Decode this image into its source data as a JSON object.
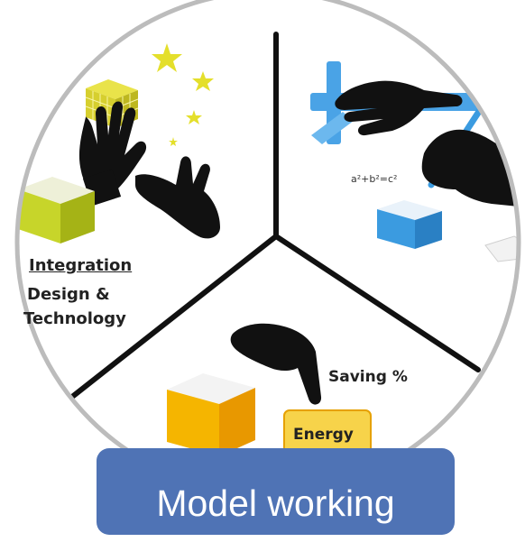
{
  "banner": {
    "label": "Model working"
  },
  "segments": {
    "integration": {
      "title": "Integration",
      "line2": "Design &",
      "line3": "Technology"
    },
    "energy": {
      "saving_label": "Saving %",
      "card_label": "Energy"
    },
    "design": {
      "formula": "a²+b²=c²"
    }
  },
  "colors": {
    "banner": "#4f73b5",
    "circle_border": "#bcbcbc",
    "divider": "#111111",
    "cube_lime": "#c7d52a",
    "cube_blue": "#3b9be0",
    "cube_gold": "#f5b500",
    "star": "#e4df2b",
    "ruler": "#4aa3e6"
  }
}
